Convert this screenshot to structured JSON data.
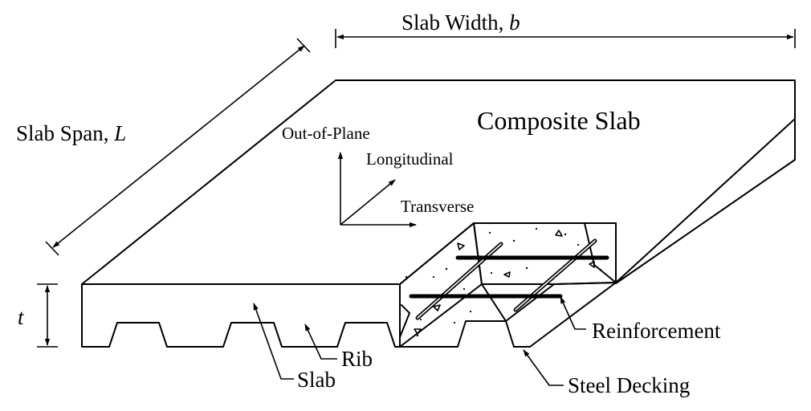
{
  "labels": {
    "slab_width": "Slab Width,",
    "slab_width_symbol": "b",
    "slab_span": "Slab Span,",
    "slab_span_symbol": "L",
    "composite_slab": "Composite Slab",
    "thickness_symbol": "t",
    "out_of_plane": "Out-of-Plane",
    "longitudinal": "Longitudinal",
    "transverse": "Transverse",
    "reinforcement": "Reinforcement",
    "rib": "Rib",
    "slab": "Slab",
    "steel_decking": "Steel Decking"
  }
}
